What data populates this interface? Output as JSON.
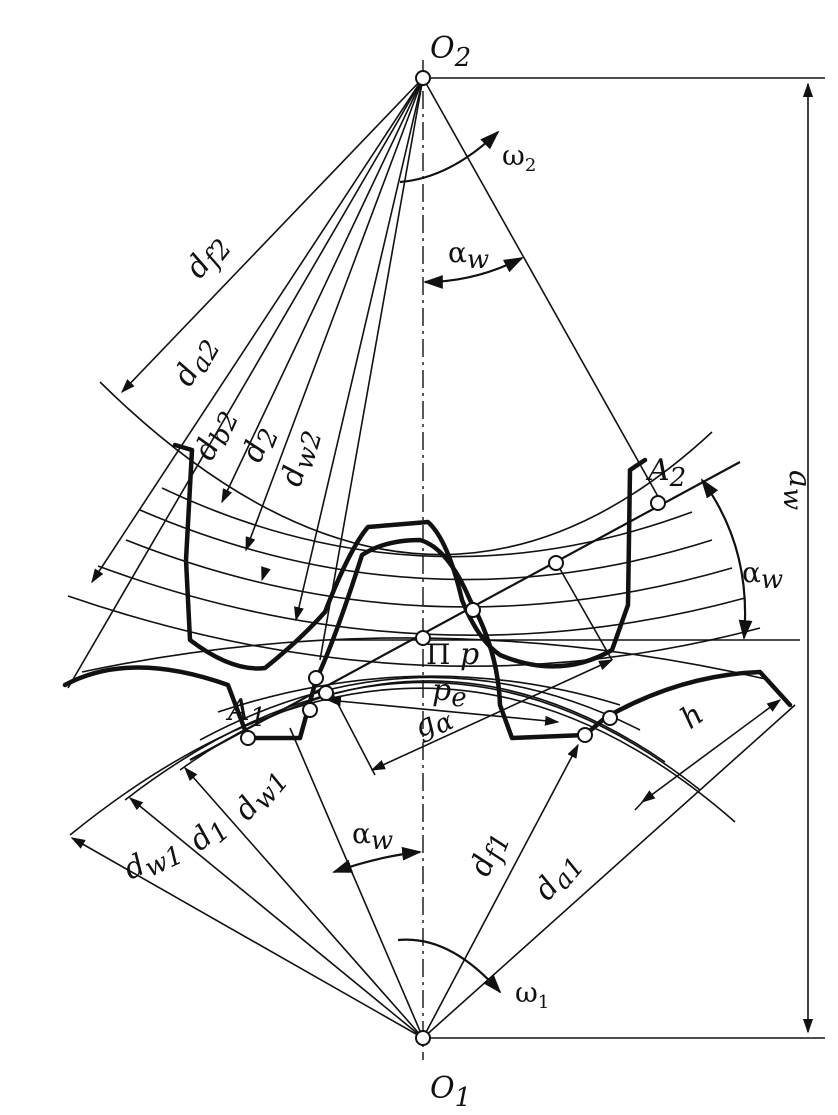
{
  "figure": {
    "centers": {
      "top": "O",
      "top_sub": "2",
      "bottom": "O",
      "bottom_sub": "1"
    },
    "angular_velocity": {
      "upper": {
        "sym": "ω",
        "sub": "2"
      },
      "lower": {
        "sym": "ω",
        "sub": "1"
      }
    },
    "pressure_angle": {
      "sym": "α",
      "sub": "w"
    },
    "center_distance": {
      "sym": "a",
      "sub": "w"
    },
    "upper_diameters": [
      {
        "sym": "d",
        "sub": "f2"
      },
      {
        "sym": "d",
        "sub": "a2"
      },
      {
        "sym": "d",
        "sub": "b2"
      },
      {
        "sym": "d",
        "sub": "2"
      },
      {
        "sym": "d",
        "sub": "w2"
      }
    ],
    "lower_diameters": [
      {
        "sym": "d",
        "sub": "w1"
      },
      {
        "sym": "d",
        "sub": "1"
      },
      {
        "sym": "d",
        "sub": "w1"
      },
      {
        "sym": "d",
        "sub": "f1"
      },
      {
        "sym": "d",
        "sub": "a1"
      }
    ],
    "line_points": {
      "a1": "A",
      "a1_sub": "1",
      "a2": "A",
      "a2_sub": "2"
    },
    "pitch": {
      "pole": "Π",
      "p": "p",
      "pb": "p",
      "pb_sub": "e",
      "ga": "g",
      "ga_sub": "α"
    },
    "tooth_height": "h"
  }
}
